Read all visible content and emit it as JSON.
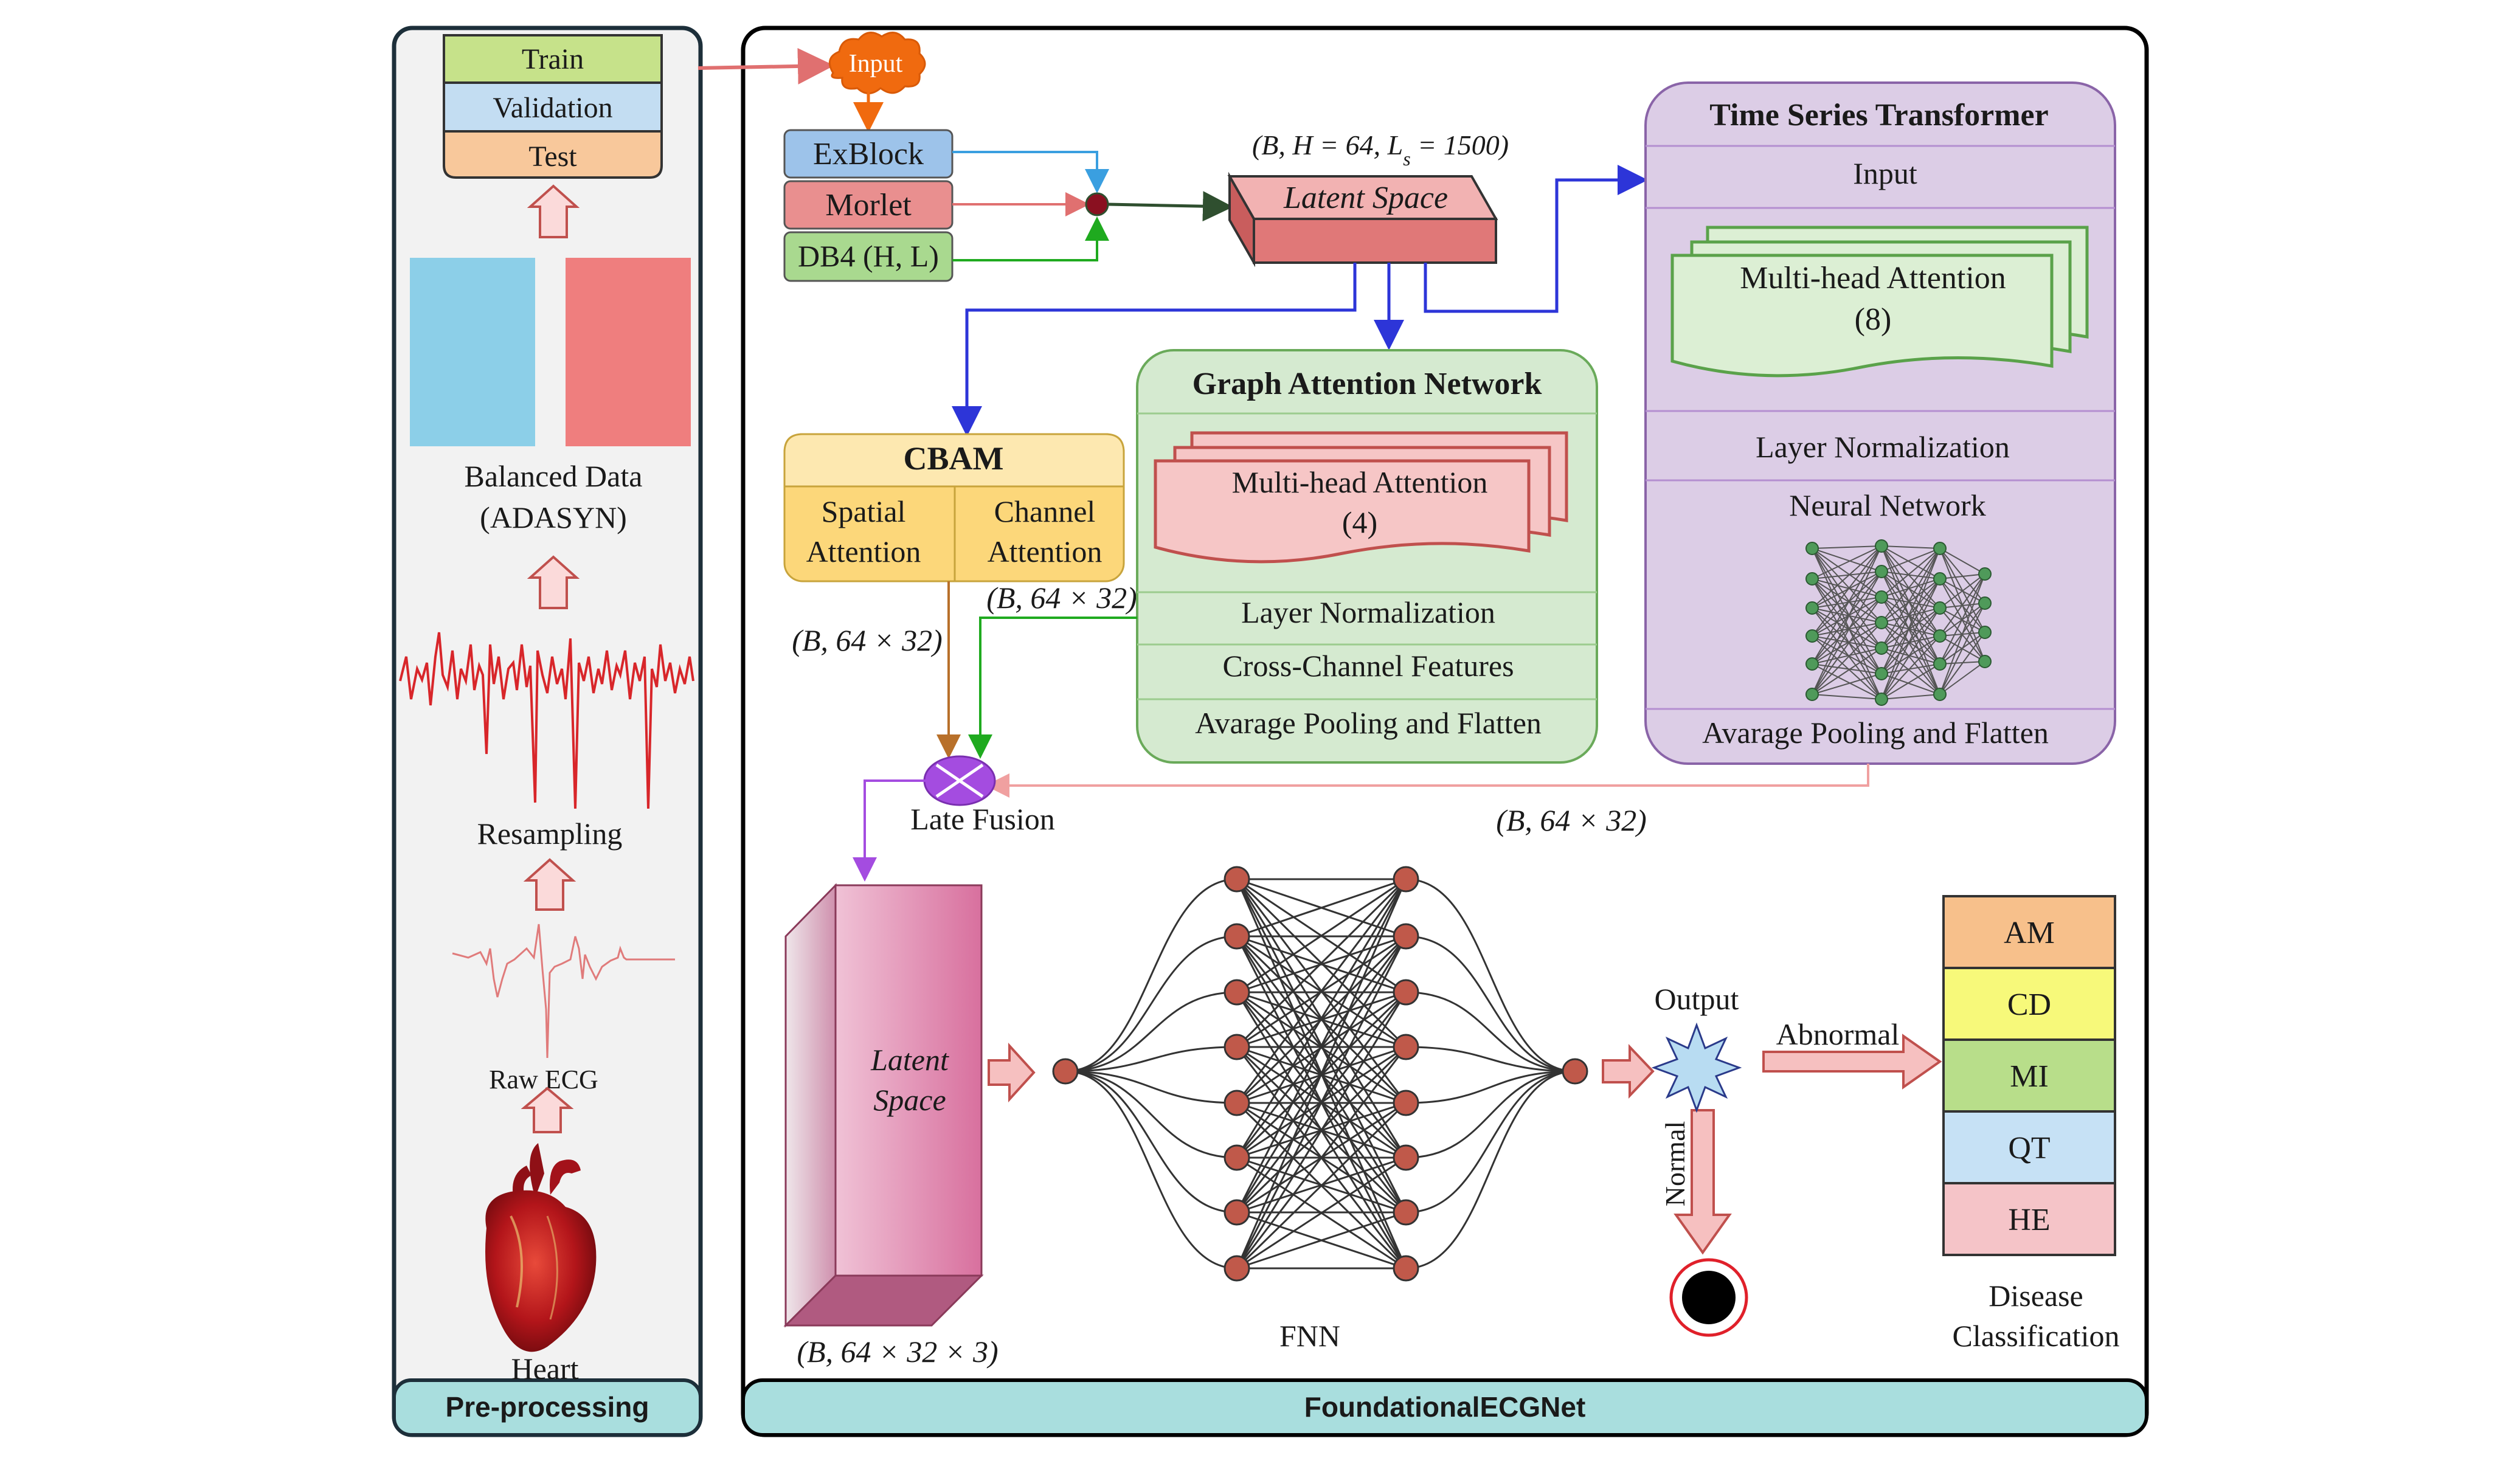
{
  "colors": {
    "panel_border": "#1d2f3a",
    "footer_fill": "#a9dede",
    "preprocess_bg": "#f2f2f2",
    "train": "#c6e28a",
    "validation": "#c3ddf2",
    "test": "#f8c89b",
    "balanced_blue": "#8ccfe8",
    "balanced_red": "#ef7e7e",
    "ecg_red": "#d8262a",
    "arrow_pink": "#f4b9b9",
    "arrow_pink_stroke": "#c0504d",
    "input_orange": "#f06a0f",
    "exblock": "#9dc3ea",
    "morlet": "#e98f8f",
    "db4": "#a9d98f",
    "cbam": "#fcd77a",
    "gat_bg": "#d5ead0",
    "gat_attention": "#f6c6c6",
    "tst_bg": "#dccde6",
    "tst_attention": "#dcefd4",
    "latent_space_3d": "#e2a6c0",
    "neuron": "#c0594a",
    "am": "#f7c08b",
    "cd": "#f7f97a",
    "mi": "#b8de8a",
    "qt": "#c6e1f5",
    "he": "#f5c4c8"
  },
  "preprocessing": {
    "title": "Pre-processing",
    "splits": [
      "Train",
      "Validation",
      "Test"
    ],
    "balanced_label_1": "Balanced Data",
    "balanced_label_2": "(ADASYN)",
    "resampling_label": "Resampling",
    "raw_ecg_label": "Raw ECG",
    "heart_label": "Heart"
  },
  "network": {
    "title": "FoundationalECGNet",
    "input_label": "Input",
    "exblock_label": "ExBlock",
    "morlet_label": "Morlet",
    "db4_label": "DB4 (H, L)",
    "latent_shape": "(B, H = 64, L_s = 1500)",
    "latent_space_label": "Latent Space",
    "cbam": {
      "title": "CBAM",
      "spatial_1": "Spatial",
      "spatial_2": "Attention",
      "channel_1": "Channel",
      "channel_2": "Attention",
      "shape_left": "(B, 64 × 32)",
      "shape_right": "(B, 64 × 32)"
    },
    "gat": {
      "title": "Graph Attention Network",
      "attention_1": "Multi-head Attention",
      "attention_2": "(4)",
      "rows": [
        "Layer Normalization",
        "Cross-Channel Features",
        "Avarage Pooling and Flatten"
      ]
    },
    "tst": {
      "title": "Time Series Transformer",
      "input": "Input",
      "attention_1": "Multi-head Attention",
      "attention_2": "(8)",
      "layer_norm": "Layer Normalization",
      "neural_network": "Neural Network",
      "pooling": "Avarage Pooling and Flatten",
      "shape": "(B, 64 × 32)"
    },
    "late_fusion_label": "Late Fusion",
    "fused_latent_1": "Latent",
    "fused_latent_2": "Space",
    "fused_shape": "(B, 64 × 32 × 3)",
    "fnn_label": "FNN",
    "output_label": "Output",
    "normal_label": "Normal",
    "abnormal_label": "Abnormal",
    "classes": [
      "AM",
      "CD",
      "MI",
      "QT",
      "HE"
    ],
    "classification_1": "Disease",
    "classification_2": "Classification"
  }
}
